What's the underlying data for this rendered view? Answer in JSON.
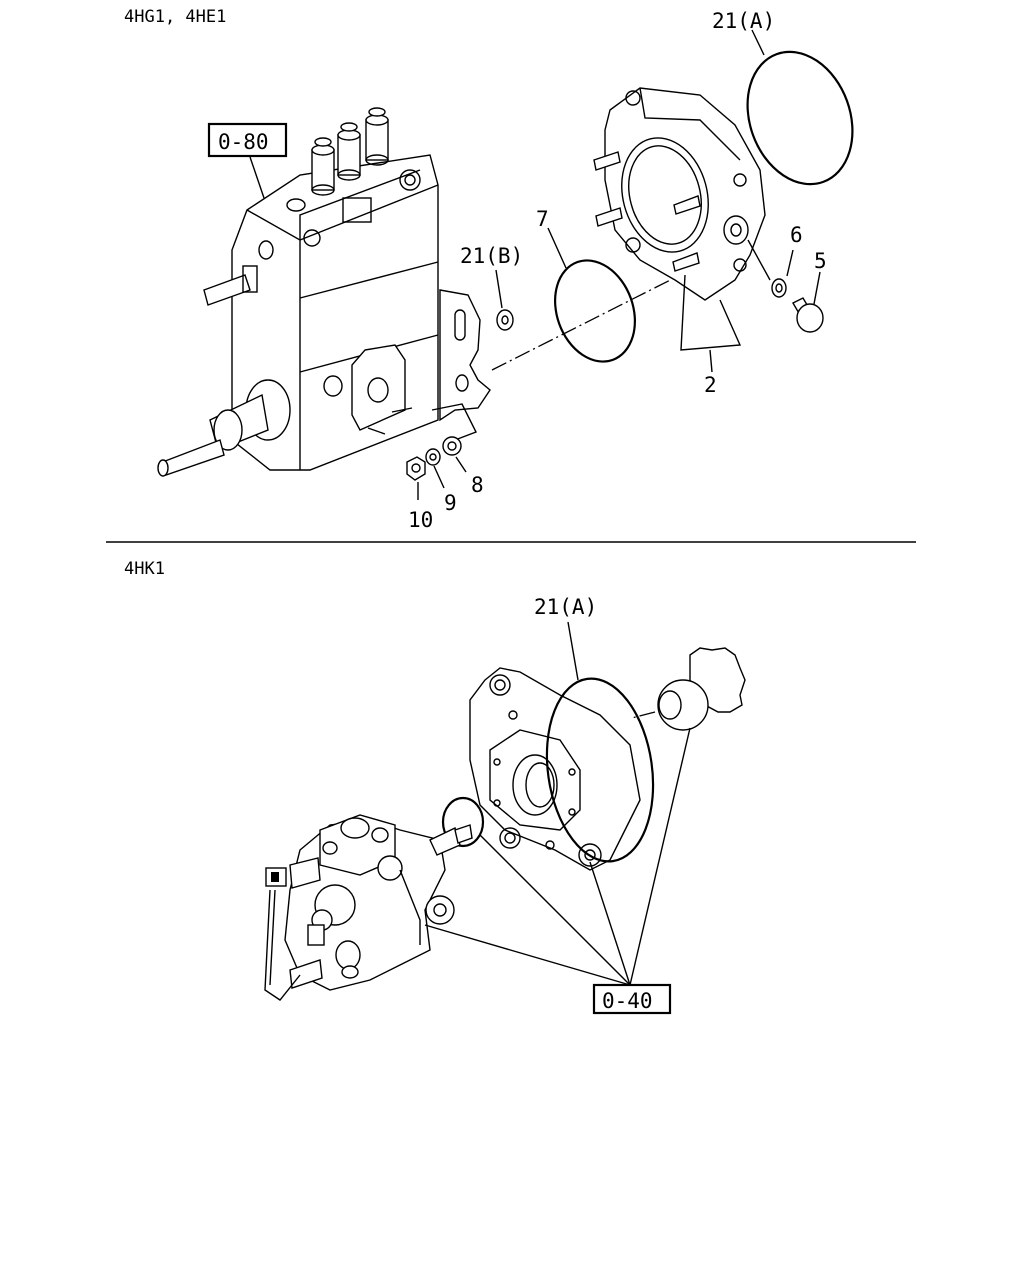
{
  "section_top": {
    "title": "4HG1, 4HE1",
    "ref_box": "0-80",
    "callouts": {
      "oring_a": "21(A)",
      "washer_b": "21(B)",
      "oring_7": "7",
      "bracket_2": "2",
      "washer_6": "6",
      "plug_5": "5",
      "washer_8": "8",
      "lockwasher_9": "9",
      "nut_10": "10"
    }
  },
  "section_bottom": {
    "title": "4HK1",
    "ref_box": "0-40",
    "callouts": {
      "oring_a": "21(A)"
    }
  }
}
